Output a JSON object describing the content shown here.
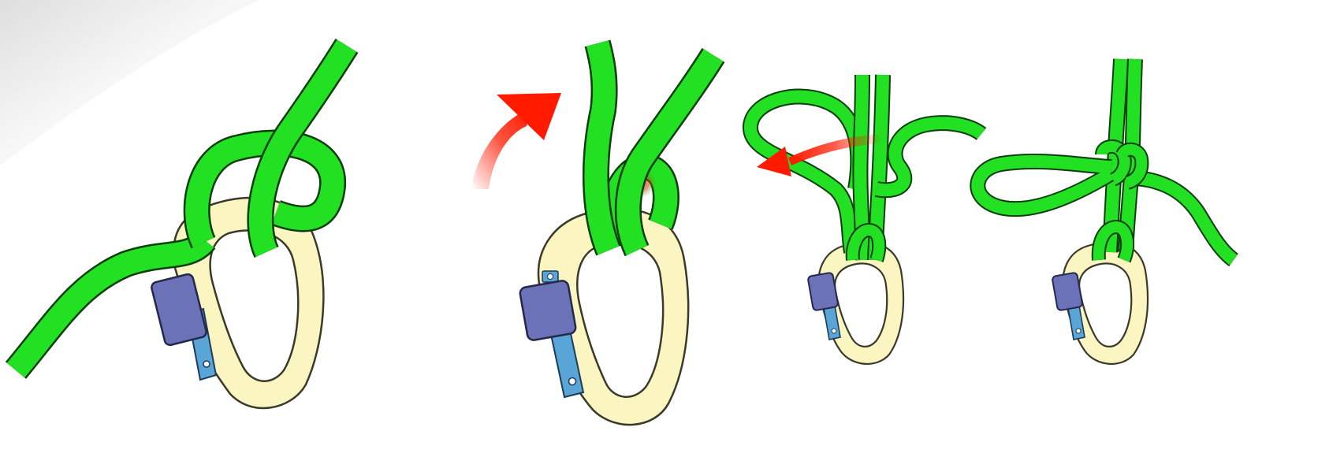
{
  "diagram": {
    "panels": [
      {
        "id": "step-1",
        "elements": [
          "rope",
          "carabiner"
        ]
      },
      {
        "id": "step-2",
        "elements": [
          "rope",
          "carabiner",
          "arrow"
        ]
      },
      {
        "id": "step-3",
        "elements": [
          "rope",
          "carabiner",
          "arrow"
        ]
      },
      {
        "id": "step-4",
        "elements": [
          "rope",
          "carabiner"
        ]
      }
    ],
    "colors": {
      "rope": "#22e022",
      "rope_outline": "#0a3d0a",
      "carabiner_body": "#fbf5c2",
      "carabiner_outline": "#3a3a2a",
      "gate_sleeve": "#6c72b8",
      "gate_bar": "#5aa5d8",
      "arrow": "#ff1a00"
    }
  }
}
